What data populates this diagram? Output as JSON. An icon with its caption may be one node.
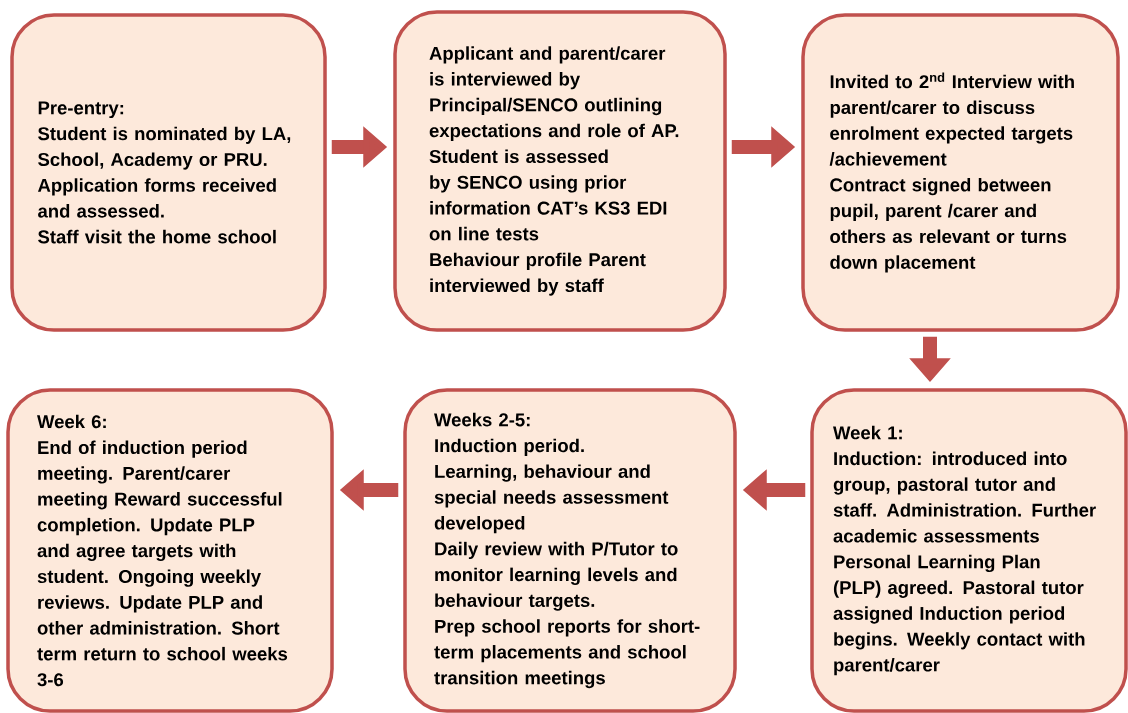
{
  "diagram": {
    "nodes": [
      {
        "text": [
          "Pre-entry:",
          "Student is nominated by LA, School, Academy or PRU.",
          "Application forms received and assessed.",
          "Staff visit the home school"
        ]
      },
      {
        "text": [
          "Applicant  and parent/carer is interviewed by Principal/SENCO outlining expectations and role of AP.",
          "Student is assessed by SENCO using prior information CAT’s KS3 EDI on line tests",
          "Behaviour profile Parent interviewed by staff"
        ]
      },
      {
        "text": [
          "Invited to  2$^{nd}$ Interview with parent/carer to discuss enrolment expected targets /achievement",
          "Contract signed between pupil, parent /carer and others as relevant or turns down placement"
        ]
      },
      {
        "text": [
          "Week 1:",
          "Induction: introduced into group, pastoral tutor and staff.  Administration. Further academic assessments Personal Learning Plan (PLP) agreed.  Pastoral tutor assigned Induction period begins. Weekly contact with parent/carer"
        ]
      },
      {
        "text": [
          "Weeks 2-5:",
          "Induction period.",
          "Learning, behaviour and special needs assessment developed",
          "Daily review with P/Tutor to monitor learning levels and behaviour  targets.",
          "Prep school reports for short-term placements and school transition meetings"
        ]
      },
      {
        "text": [
          "Week 6:",
          "End of induction period meeting. Parent/carer meeting Reward successful completion. Update PLP and agree targets with student. Ongoing weekly reviews. Update PLP and other administration. Short term return to school weeks 3-6"
        ]
      }
    ],
    "edges": [
      {
        "from": 0,
        "to": 1,
        "arrow": "to"
      },
      {
        "from": 1,
        "to": 2,
        "arrow": "to"
      },
      {
        "from": 2,
        "to": 3,
        "arrow": "to"
      },
      {
        "from": 3,
        "to": 4,
        "arrow": "to"
      },
      {
        "from": 4,
        "to": 5,
        "arrow": "to"
      }
    ]
  }
}
